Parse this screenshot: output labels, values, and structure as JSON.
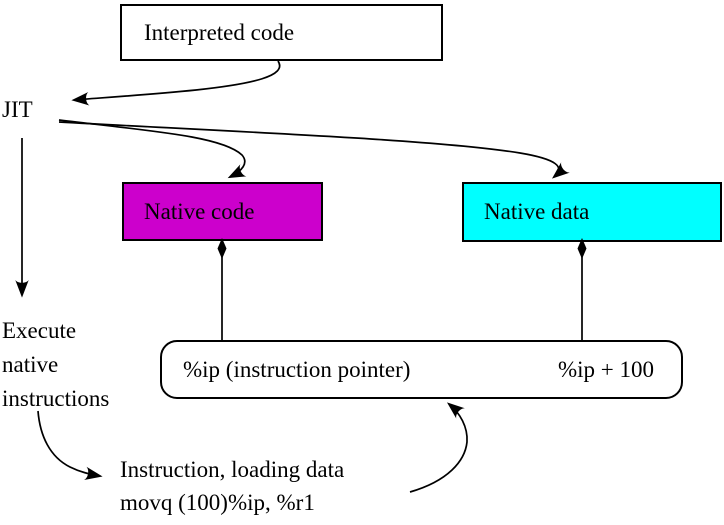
{
  "diagram": {
    "interpreted_box": {
      "label": "Interpreted code"
    },
    "jit_label": "JIT",
    "native_code_box": {
      "label": "Native code",
      "color": "#cc00cc"
    },
    "native_data_box": {
      "label": "Native data",
      "color": "#00ffff"
    },
    "pointer_box": {
      "left_label": "%ip (instruction pointer)",
      "right_label": "%ip + 100"
    },
    "execute_label": {
      "lines": [
        "Execute",
        "native",
        "instructions"
      ]
    },
    "instruction_caption": {
      "lines": [
        "Instruction, loading data",
        "movq (100)%ip, %r1"
      ]
    }
  },
  "colors": {
    "background": "#ffffff",
    "line": "#000000",
    "native_code": "#cc00cc",
    "native_data": "#00ffff"
  }
}
